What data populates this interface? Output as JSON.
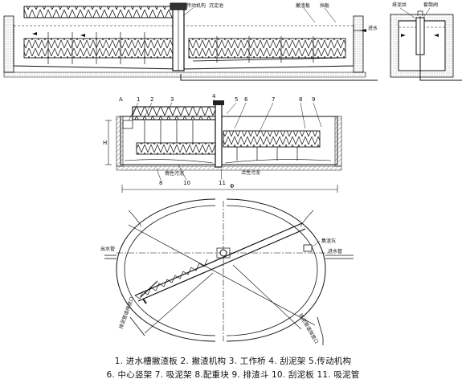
{
  "top_section": {
    "labels": {
      "drive": "传动机构",
      "sediment": "沉淀池",
      "scum_groove": "撇渣板",
      "baffle": "挡板",
      "water_inlet": "进水"
    },
    "side_labels": {
      "drain": "排泥井",
      "valve": "套筒阀"
    }
  },
  "middle_section": {
    "markers": {
      "A": "A",
      "H": "H",
      "phi": "Φ"
    },
    "numbers": [
      "1",
      "2",
      "3",
      "4",
      "5",
      "6",
      "7",
      "8",
      "9",
      "8",
      "10",
      "11"
    ],
    "labels": {
      "inert_sludge": "惰性污泥",
      "active_sludge": "活性污泥"
    }
  },
  "plan_view": {
    "labels": {
      "outlet_pipe": "出水管",
      "inlet_pipe": "进水管",
      "scum_box": "集渣坑",
      "left_channel": "排泥管道排放口",
      "right_channel": "排泥管道排放口"
    }
  },
  "legend": {
    "line1": "1. 进水槽撇渣板  2. 撇渣机构  3. 工作桥  4. 刮泥架  5.传动机构",
    "line2": "6. 中心竖架    7. 吸泥架  8.配重块  9. 排渣斗   10. 刮泥板    11. 吸泥管"
  }
}
